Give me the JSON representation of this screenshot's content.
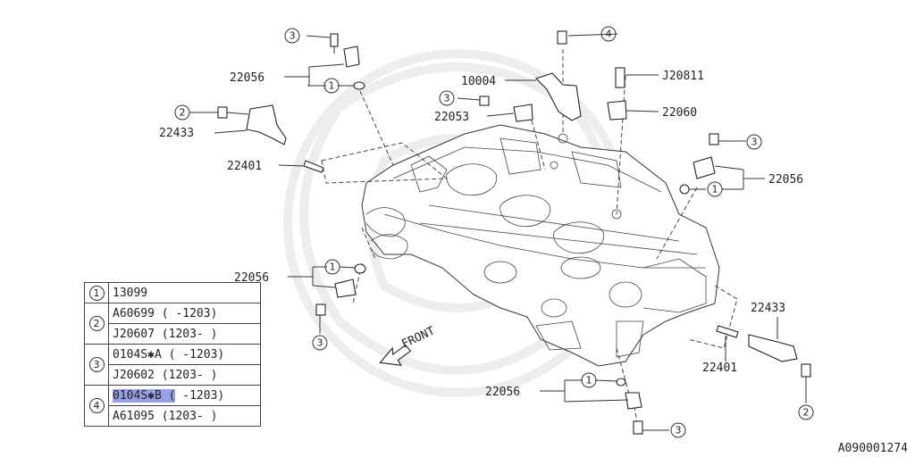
{
  "callouts": {
    "c1": "1",
    "c2": "2",
    "c3": "3",
    "c4": "4"
  },
  "labels": {
    "p22056_top": "22056",
    "p22433_left": "22433",
    "p22401_left": "22401",
    "p10004": "10004",
    "p22053": "22053",
    "pJ20811": "J20811",
    "p22060": "22060",
    "p22056_right": "22056",
    "p22056_midleft": "22056",
    "p22433_right": "22433",
    "p22401_right": "22401",
    "p22056_bottom": "22056",
    "front": "FRONT"
  },
  "parts_table": {
    "rows": [
      {
        "ref": "1",
        "items": [
          "13099"
        ]
      },
      {
        "ref": "2",
        "items": [
          "A60699 ( -1203)",
          "J20607 (1203- )"
        ]
      },
      {
        "ref": "3",
        "items": [
          "0104S✱A ( -1203)",
          "J20602 (1203- )"
        ]
      },
      {
        "ref": "4",
        "items": [
          "0104S✱B ( -1203)",
          "A61095 (1203- )"
        ]
      }
    ],
    "highlight_text": "0104S✱B (",
    "r1c": "13099",
    "r2a": "A60699 ( -1203)",
    "r2b": "J20607 (1203- )",
    "r3a": "0104S✱A ( -1203)",
    "r3b": "J20602 (1203- )",
    "r4a_hl": "0104S✱B (",
    "r4a_rest": " -1203)",
    "r4b": "A61095 (1203- )"
  },
  "diagram_code": "A090001274"
}
